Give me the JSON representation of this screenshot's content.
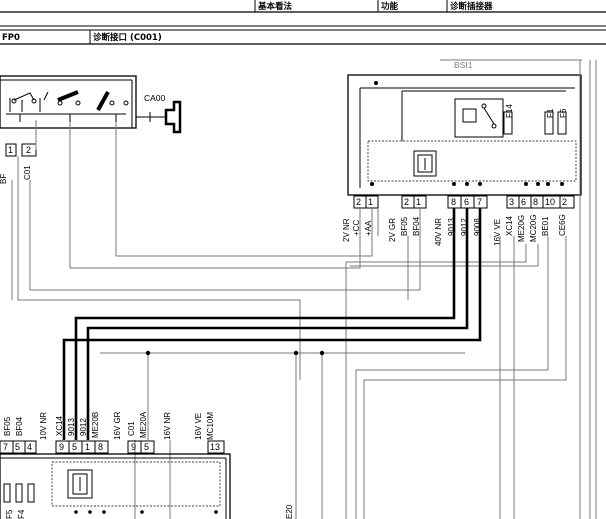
{
  "header": {
    "col1": "基本看法",
    "col2": "功能",
    "col3": "诊断插接器",
    "row2_left": "FP0",
    "row2_right": "诊断接口 (C001)"
  },
  "components": {
    "ca00": "CA00",
    "bsi1": "BSI1",
    "f14": "F14",
    "f1": "F1",
    "f6": "F6",
    "c001": "C001"
  },
  "left_top_connector": {
    "pins": [
      "1",
      "2"
    ],
    "labels": [
      "BF",
      "C01"
    ]
  },
  "bsi_pins": [
    "2",
    "1",
    "2",
    "1",
    "8",
    "6",
    "7",
    "3",
    "6",
    "8",
    "10",
    "2"
  ],
  "bsi_wire_groups": [
    {
      "spec": "2V NR",
      "codes": [
        "+CC",
        "+AA"
      ]
    },
    {
      "spec": "2V GR",
      "codes": [
        "BF05",
        "BF04"
      ]
    },
    {
      "spec": "40V NR",
      "codes": [
        "9013",
        "9012",
        "9008"
      ]
    },
    {
      "spec": "16V VE",
      "codes": [
        "XC14",
        "ME20G",
        "MC20G",
        "BE01",
        "CE6G"
      ]
    }
  ],
  "bottom_pins": [
    "7",
    "5",
    "4",
    "9",
    "5",
    "1",
    "8",
    "9",
    "5",
    "13"
  ],
  "bottom_wire_groups": [
    {
      "spec": "",
      "codes": [
        "BF05",
        "BF04"
      ]
    },
    {
      "spec": "10V NR",
      "codes": [
        "XC14",
        "9013",
        "9012",
        "ME20B"
      ]
    },
    {
      "spec": "16V GR",
      "codes": [
        "C01",
        "ME20A"
      ]
    },
    {
      "spec": "16V NR",
      "codes": []
    },
    {
      "spec": "16V VE",
      "codes": [
        "MC10M"
      ]
    }
  ],
  "bottom_fuse_labels": [
    "F5",
    "F4"
  ],
  "bottom_wire_code": "E20"
}
